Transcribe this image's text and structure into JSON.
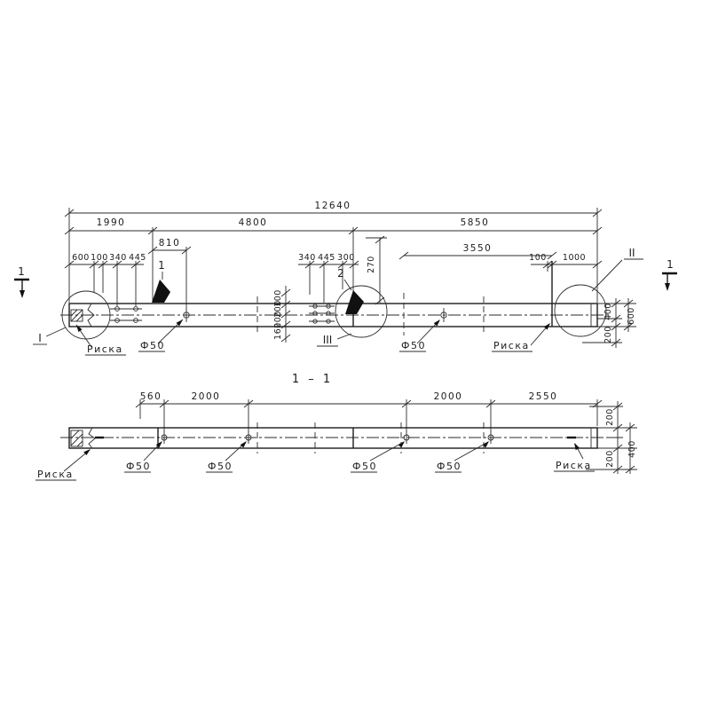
{
  "elevation": {
    "dims": {
      "total": "12640",
      "seg_left": "1990",
      "seg_mid": "4800",
      "seg_right": "5850",
      "hole_offset": "810",
      "right_span": "3550",
      "left_600": "600",
      "left_100": "100",
      "left_340": "340",
      "left_445": "445",
      "mid_340": "340",
      "mid_445": "445",
      "mid_300": "300",
      "mid_270": "270",
      "right_100": "100",
      "right_1000": "1000",
      "stack_100": "100",
      "stack_200a": "200",
      "stack_200b": "200",
      "stack_160": "160",
      "end_400": "400",
      "end_600": "600",
      "end_200": "200"
    },
    "marks": {
      "section_left": "1",
      "section_right": "1",
      "detail_I": "I",
      "detail_II": "II",
      "detail_III": "III",
      "item_1": "1",
      "item_2": "2"
    },
    "labels": {
      "riska_left": "Риска",
      "f50_left": "Ф50",
      "f50_mid": "Ф50",
      "riska_right": "Риска"
    }
  },
  "section_view": {
    "title": "1 – 1",
    "dims": {
      "d560": "560",
      "d2000_left": "2000",
      "d2000_right": "2000",
      "d2550": "2550",
      "w200_top": "200",
      "w200_bottom": "200",
      "w400": "400"
    },
    "labels": {
      "riska_left": "Риска",
      "f50_1": "Ф50",
      "f50_2": "Ф50",
      "f50_3": "Ф50",
      "f50_4": "Ф50",
      "riska_right": "Риска"
    }
  }
}
